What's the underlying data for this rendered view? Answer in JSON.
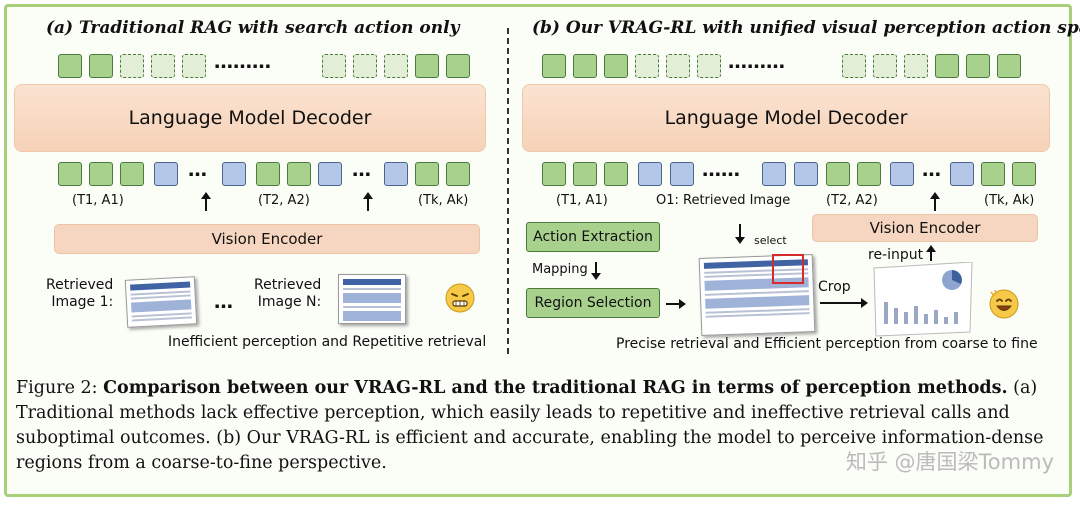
{
  "panel_a": {
    "title": "(a) Traditional RAG with search action only",
    "top_dots": "………",
    "decoder_label": "Language Model Decoder",
    "mid_dots_1": "…",
    "mid_dots_2": "…",
    "labels": [
      "(T1, A1)",
      "(T2, A2)",
      "(Tk, Ak)"
    ],
    "encoder_label": "Vision Encoder",
    "retrieved_1": [
      "Retrieved",
      "Image 1:"
    ],
    "between_images": "…",
    "retrieved_n": [
      "Retrieved",
      "Image N:"
    ],
    "bottom_note": "Inefficient perception and Repetitive retrieval"
  },
  "panel_b": {
    "title": "(b) Our VRAG-RL with unified visual perception action space",
    "top_dots": "………",
    "decoder_label": "Language Model Decoder",
    "mid_dots_1": "……",
    "mid_dots_2": "…",
    "labels": [
      "(T1, A1)",
      "O1: Retrieved Image",
      "(T2, A2)",
      "(Tk, Ak)"
    ],
    "encoder_label": "Vision Encoder",
    "action_extraction": "Action Extraction",
    "mapping": "Mapping",
    "region_selection": "Region Selection",
    "select": "select",
    "crop": "Crop",
    "reinput": "re-input",
    "bottom_note": "Precise retrieval and Efficient perception from coarse to fine"
  },
  "caption": {
    "prefix": "Figure 2: ",
    "bold": "Comparison between our VRAG-RL and the traditional RAG in terms of perception methods.",
    "rest": " (a) Traditional methods lack effective perception, which easily leads to repetitive and ineffective retrieval calls and suboptimal outcomes. (b) Our VRAG-RL is efficient and accurate, enabling the model to perceive information-dense regions from a coarse-to-fine perspective."
  },
  "watermark": "知乎 @唐国梁Tommy",
  "colors": {
    "token_green": "#a9d18e",
    "token_blue": "#b4c7e7",
    "decoder": "#f6d2b8",
    "frame": "#a8cf7a"
  }
}
